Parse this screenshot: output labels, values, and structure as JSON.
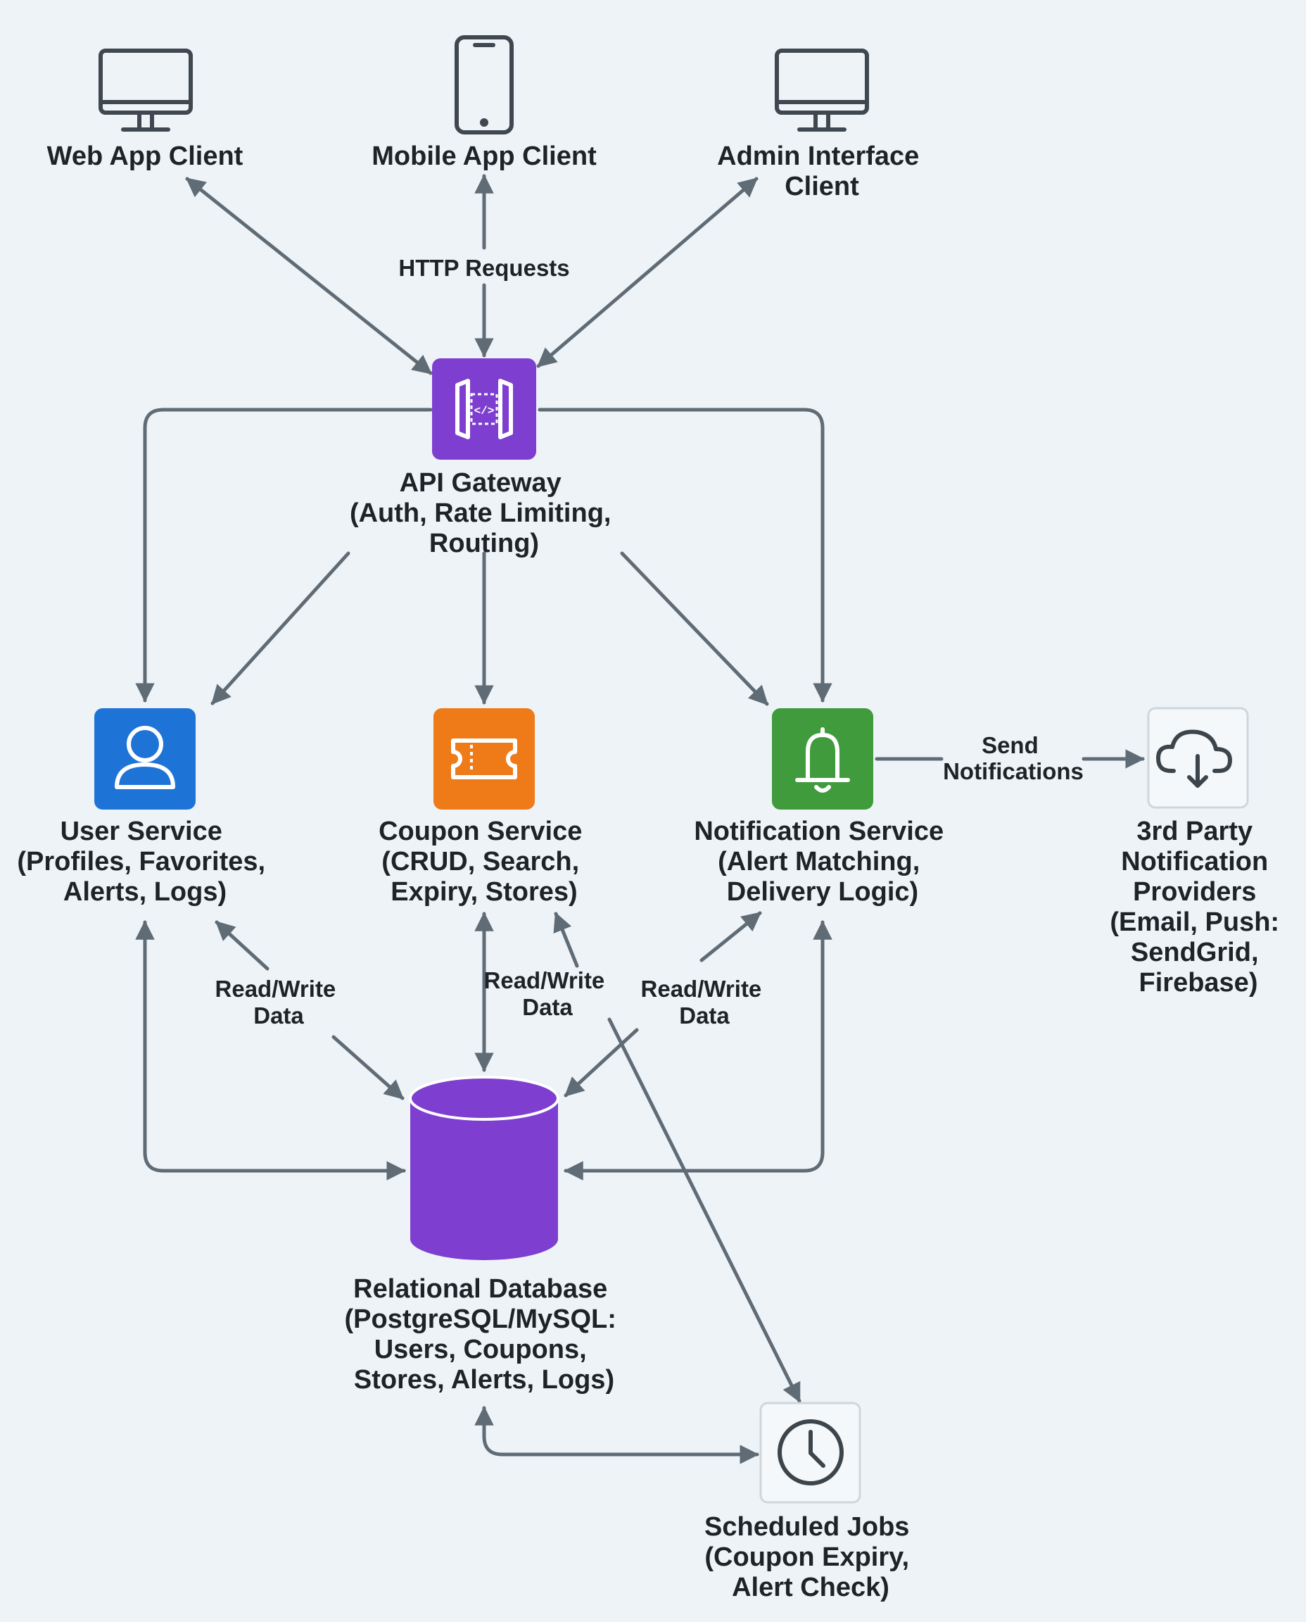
{
  "nodes": {
    "web_client": {
      "lines": [
        "Web App Client"
      ],
      "icon": "monitor-icon"
    },
    "mobile_client": {
      "lines": [
        "Mobile App Client"
      ],
      "icon": "smartphone-icon"
    },
    "admin_client": {
      "lines": [
        "Admin Interface",
        "Client"
      ],
      "icon": "monitor-icon"
    },
    "api_gateway": {
      "lines": [
        "API Gateway",
        "(Auth, Rate Limiting,",
        "Routing)"
      ],
      "icon": "api-gateway-icon",
      "color": "#7e3fd0"
    },
    "user_service": {
      "lines": [
        "User Service",
        "(Profiles, Favorites,",
        "Alerts, Logs)"
      ],
      "icon": "user-icon",
      "color": "#1e74d6"
    },
    "coupon_service": {
      "lines": [
        "Coupon Service",
        "(CRUD, Search,",
        "Expiry, Stores)"
      ],
      "icon": "ticket-icon",
      "color": "#ef7a18"
    },
    "notification_service": {
      "lines": [
        "Notification Service",
        "(Alert Matching,",
        "Delivery Logic)"
      ],
      "icon": "bell-icon",
      "color": "#3f9b3c"
    },
    "third_party": {
      "lines": [
        "3rd Party",
        "Notification",
        "Providers",
        "(Email, Push:",
        "SendGrid,",
        "Firebase)"
      ],
      "icon": "cloud-download-icon"
    },
    "database": {
      "lines": [
        "Relational Database",
        "(PostgreSQL/MySQL:",
        "Users, Coupons,",
        "Stores, Alerts, Logs)"
      ],
      "icon": "database-cylinder-icon",
      "color": "#7e3fd0"
    },
    "scheduled_jobs": {
      "lines": [
        "Scheduled Jobs",
        "(Coupon Expiry,",
        "Alert Check)"
      ],
      "icon": "clock-icon"
    }
  },
  "edge_labels": {
    "http": {
      "lines": [
        "HTTP Requests"
      ]
    },
    "rw_user": {
      "lines": [
        "Read/Write",
        "Data"
      ]
    },
    "rw_coupon": {
      "lines": [
        "Read/Write",
        "Data"
      ]
    },
    "rw_notif": {
      "lines": [
        "Read/Write",
        "Data"
      ]
    },
    "send": {
      "lines": [
        "Send",
        "Notifications"
      ]
    }
  },
  "colors": {
    "connector": "#5f6b75",
    "background": "#eef3f7"
  }
}
